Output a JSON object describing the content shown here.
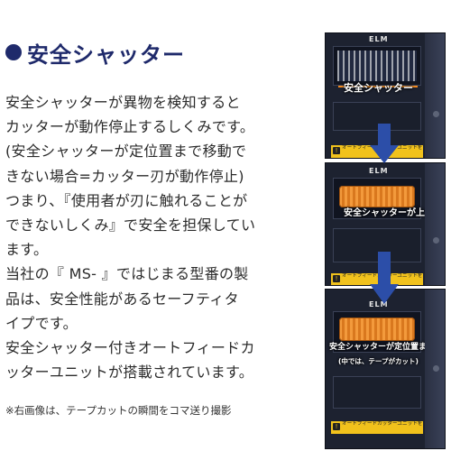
{
  "colors": {
    "accent": "#1f2a6b",
    "arrow": "#2c4ea8",
    "panel_bg": "#1d2230",
    "shutter_orange": "#f28a1f",
    "warning_yellow": "#f1c21c"
  },
  "heading": {
    "bullet_icon": "filled-circle",
    "text": "安全シャッター"
  },
  "body_lines": [
    "安全シャッターが異物を検知すると",
    "カッターが動作停止するしくみです。",
    "(安全シャッターが定位置まで移動で",
    "きない場合=カッター刃が動作停止)",
    "つまり、『使用者が刃に触れることが",
    "できないしくみ』で安全を担保してい",
    "ます。",
    "当社の『 MS- 』ではじまる型番の製",
    "品は、安全性能があるセーフティタ",
    "イプです。",
    "安全シャッター付きオートフィードカ",
    "ッターユニットが搭載されています。"
  ],
  "footnote": "※右画像は、テープカットの瞬間をコマ送り撮影",
  "photos": [
    {
      "brand": "ELM",
      "caption": "安全シャッター",
      "yellow_label": "オートフィードカッターユニットを"
    },
    {
      "brand": "ELM",
      "caption": "安全シャッターが上がる",
      "yellow_label": "オートフィードカッターユニットを"
    },
    {
      "brand": "ELM",
      "caption_line1": "安全シャッターが定位置まで移動",
      "caption_line2": "(中では、テープがカット)",
      "yellow_label": "オートフィードカッターユニットを"
    }
  ],
  "arrows": [
    "down-arrow",
    "down-arrow"
  ]
}
